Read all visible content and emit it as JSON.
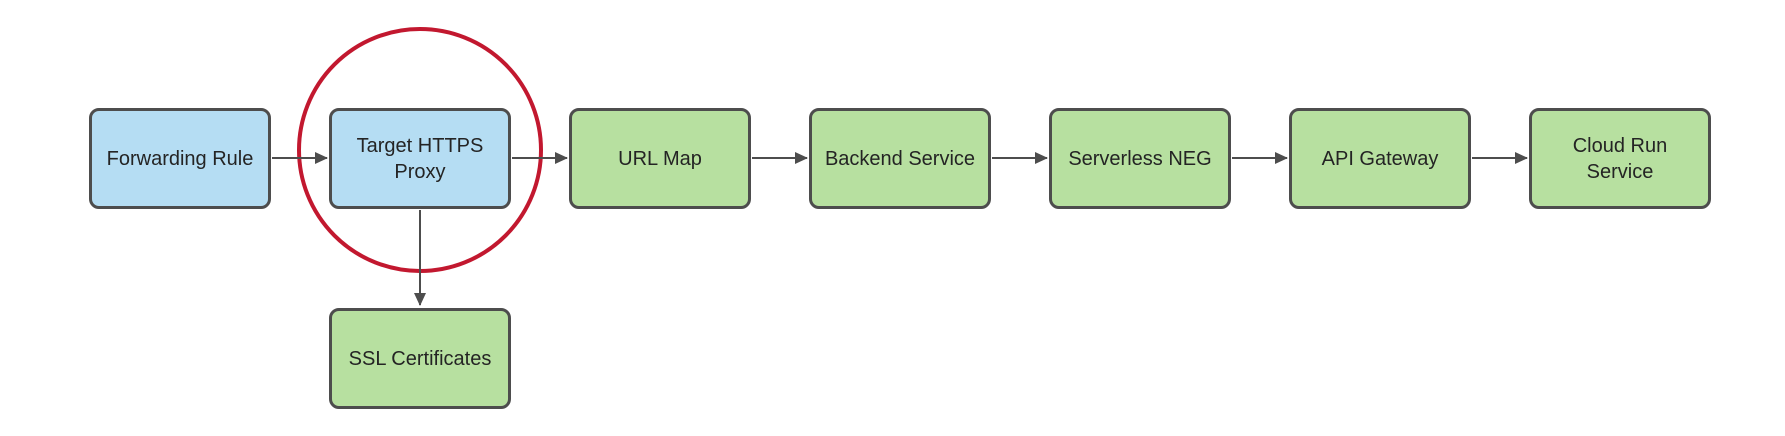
{
  "diagram": {
    "type": "flowchart",
    "nodes": [
      {
        "id": "forwarding-rule",
        "label": "Forwarding Rule",
        "fill": "#b5ddf3",
        "shape": "rounded-rect"
      },
      {
        "id": "target-https-proxy",
        "label": "Target HTTPS\nProxy",
        "fill": "#b5ddf3",
        "shape": "rounded-rect",
        "highlighted": true
      },
      {
        "id": "url-map",
        "label": "URL Map",
        "fill": "#b7e0a0",
        "shape": "rounded-rect"
      },
      {
        "id": "backend-service",
        "label": "Backend Service",
        "fill": "#b7e0a0",
        "shape": "rounded-rect"
      },
      {
        "id": "serverless-neg",
        "label": "Serverless NEG",
        "fill": "#b7e0a0",
        "shape": "rounded-rect"
      },
      {
        "id": "api-gateway",
        "label": "API Gateway",
        "fill": "#b7e0a0",
        "shape": "rounded-rect"
      },
      {
        "id": "cloud-run-service",
        "label": "Cloud Run\nService",
        "fill": "#b7e0a0",
        "shape": "rounded-rect"
      },
      {
        "id": "ssl-certificates",
        "label": "SSL Certificates",
        "fill": "#b7e0a0",
        "shape": "rounded-rect"
      }
    ],
    "edges": [
      {
        "from": "forwarding-rule",
        "to": "target-https-proxy",
        "direction": "right"
      },
      {
        "from": "target-https-proxy",
        "to": "url-map",
        "direction": "right"
      },
      {
        "from": "url-map",
        "to": "backend-service",
        "direction": "right"
      },
      {
        "from": "backend-service",
        "to": "serverless-neg",
        "direction": "right"
      },
      {
        "from": "serverless-neg",
        "to": "api-gateway",
        "direction": "right"
      },
      {
        "from": "api-gateway",
        "to": "cloud-run-service",
        "direction": "right"
      },
      {
        "from": "target-https-proxy",
        "to": "ssl-certificates",
        "direction": "down"
      }
    ],
    "annotation": {
      "shape": "circle",
      "target": "target-https-proxy",
      "color": "#c2182f"
    },
    "colors": {
      "node_blue_fill": "#b5ddf3",
      "node_green_fill": "#b7e0a0",
      "node_border": "#4d4d4d",
      "connector": "#4d4d4d",
      "text": "#242424",
      "annotation_red": "#c2182f",
      "background": "#ffffff"
    }
  }
}
